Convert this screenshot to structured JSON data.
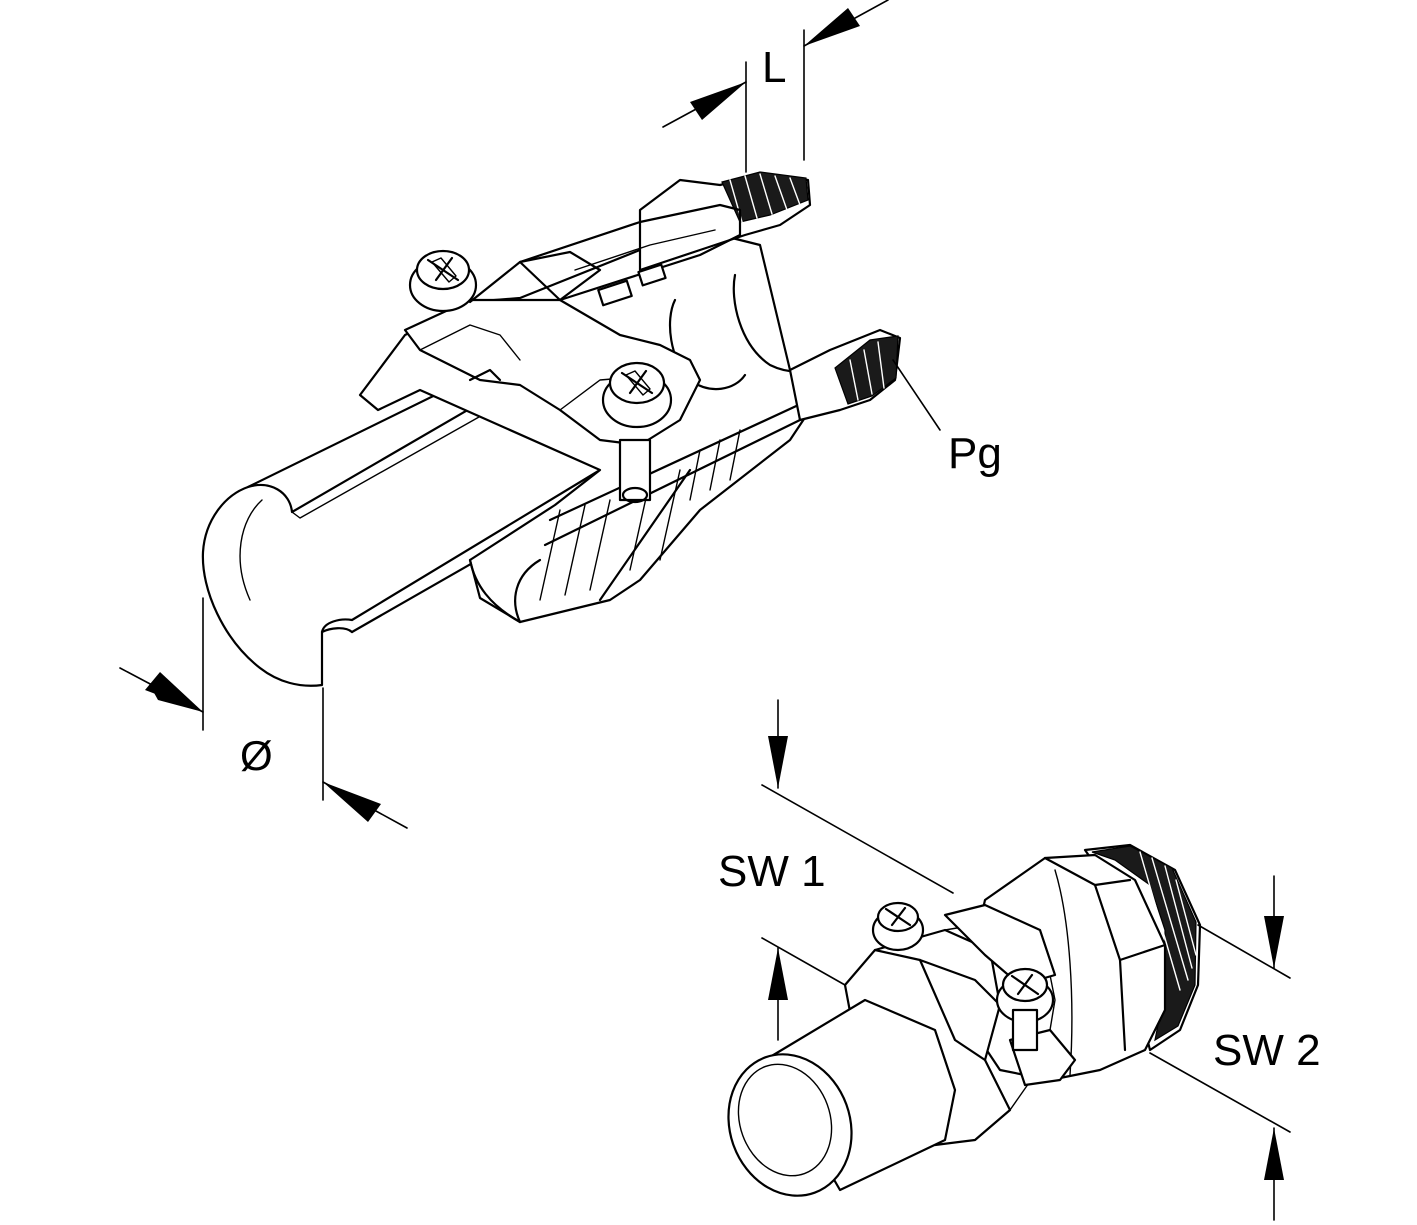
{
  "labels": {
    "L": "L",
    "Pg": "Pg",
    "diameter": "Ø",
    "SW1": "SW 1",
    "SW2": "SW 2"
  },
  "colors": {
    "line": "#000000",
    "background": "#ffffff"
  }
}
